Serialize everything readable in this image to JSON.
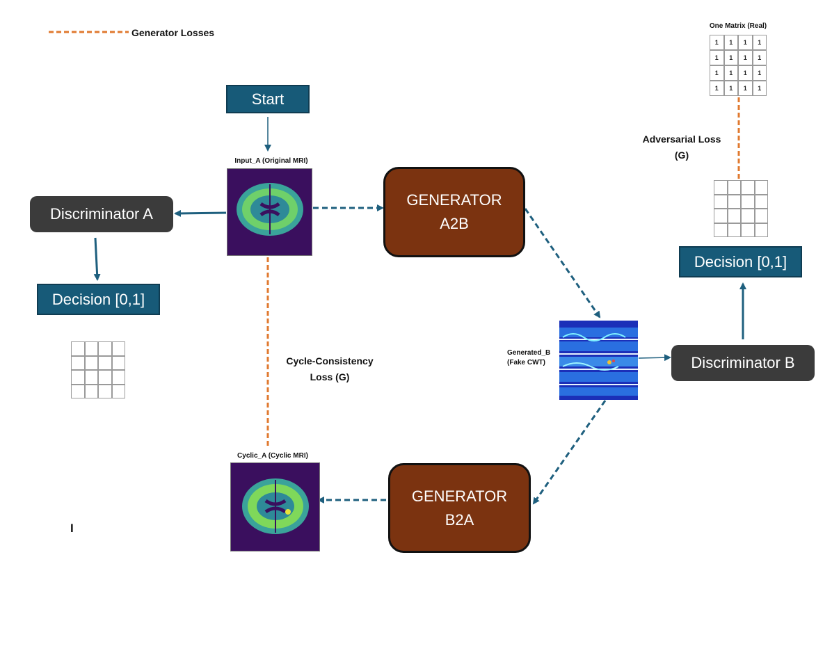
{
  "legend": {
    "label": "Generator Losses",
    "color": "#e07a30"
  },
  "start": {
    "label": "Start"
  },
  "input_a": {
    "label": "Input_A (Original MRI)"
  },
  "cyclic_a": {
    "label": "Cyclic_A (Cyclic MRI)"
  },
  "generated_b": {
    "label_line1": "Generated_B",
    "label_line2": "(Fake CWT)"
  },
  "generator_a2b": {
    "line1": "GENERATOR",
    "line2": "A2B"
  },
  "generator_b2a": {
    "line1": "GENERATOR",
    "line2": "B2A"
  },
  "discriminator_a": {
    "label": "Discriminator A"
  },
  "discriminator_b": {
    "label": "Discriminator B"
  },
  "decision_a": {
    "label": "Decision [0,1]"
  },
  "decision_b": {
    "label": "Decision [0,1]"
  },
  "one_matrix": {
    "label": "One Matrix (Real)",
    "cells": [
      "1",
      "1",
      "1",
      "1",
      "1",
      "1",
      "1",
      "1",
      "1",
      "1",
      "1",
      "1",
      "1",
      "1",
      "1",
      "1"
    ]
  },
  "adversarial_loss": {
    "line1": "Adversarial Loss",
    "line2": "(G)"
  },
  "cycle_loss": {
    "line1": "Cycle-Consistency",
    "line2": "Loss (G)"
  },
  "stray_mark": {
    "text": "I"
  },
  "colors": {
    "flow_arrow": "#1e5f7e",
    "loss_line": "#e07a30",
    "box_blue": "#175a78",
    "generator": "#7b3310",
    "discriminator": "#3b3b3b"
  }
}
